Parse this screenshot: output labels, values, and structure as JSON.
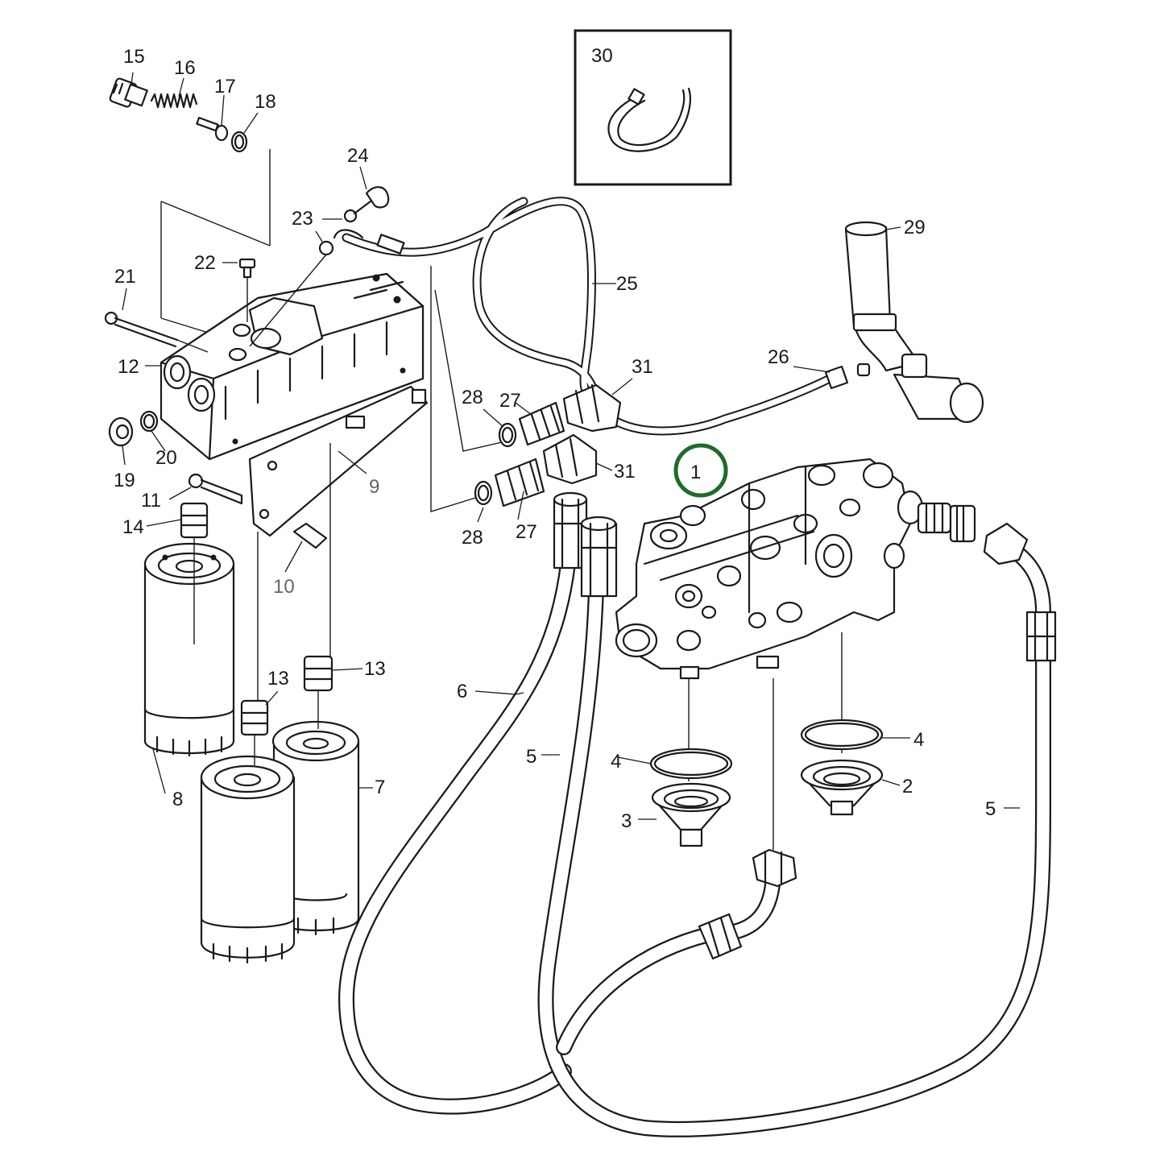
{
  "callouts": {
    "c1": "1",
    "c2": "2",
    "c3": "3",
    "c4a": "4",
    "c4b": "4",
    "c5a": "5",
    "c5b": "5",
    "c6": "6",
    "c7": "7",
    "c8": "8",
    "c9": "9",
    "c10": "10",
    "c11": "11",
    "c12": "12",
    "c13a": "13",
    "c13b": "13",
    "c14": "14",
    "c15": "15",
    "c16": "16",
    "c17": "17",
    "c18": "18",
    "c19": "19",
    "c20": "20",
    "c21": "21",
    "c22": "22",
    "c23": "23",
    "c24": "24",
    "c25": "25",
    "c26": "26",
    "c27a": "27",
    "c27b": "27",
    "c28a": "28",
    "c28b": "28",
    "c29": "29",
    "c30": "30",
    "c31a": "31",
    "c31b": "31"
  },
  "colors": {
    "highlight_ring": "#1e6b2a",
    "line": "#1a1a1a"
  },
  "highlighted_item": "1"
}
